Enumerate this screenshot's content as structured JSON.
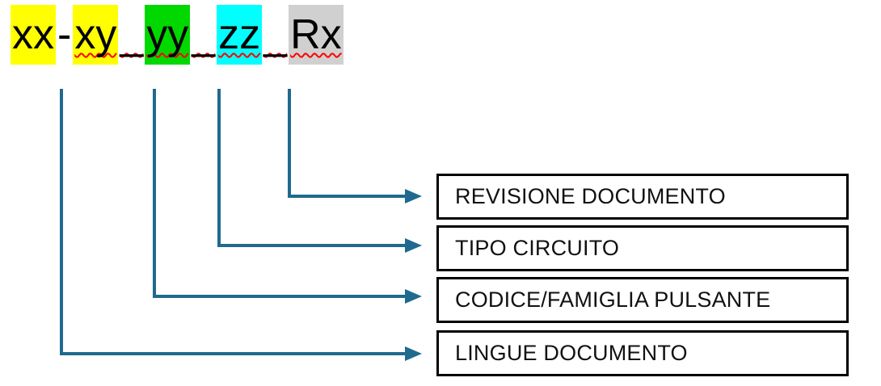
{
  "filename": {
    "parts": [
      {
        "text": "xx",
        "bg": "#ffff00"
      },
      {
        "text": "-",
        "bg": ""
      },
      {
        "text": "xy",
        "bg": "#ffff00"
      },
      {
        "text": "_",
        "bg": ""
      },
      {
        "text": "yy",
        "bg": "#00d800"
      },
      {
        "text": "_",
        "bg": ""
      },
      {
        "text": "zz",
        "bg": "#00ffff"
      },
      {
        "text": "_",
        "bg": ""
      },
      {
        "text": "Rx",
        "bg": "#d0d0d0"
      }
    ],
    "squiggle_color": "#ff0000"
  },
  "annotations": {
    "boxes": [
      {
        "label": "REVISIONE DOCUMENTO"
      },
      {
        "label": "TIPO CIRCUITO"
      },
      {
        "label": "CODICE/FAMIGLIA PULSANTE"
      },
      {
        "label": "LINGUE DOCUMENTO"
      }
    ]
  },
  "colors": {
    "arrow": "#1f6a8e",
    "box_border": "#000000",
    "label_text": "#111111",
    "highlight_yellow": "#ffff00",
    "highlight_green": "#00d800",
    "highlight_cyan": "#00ffff",
    "highlight_gray": "#d0d0d0",
    "squiggle": "#ff0000"
  }
}
